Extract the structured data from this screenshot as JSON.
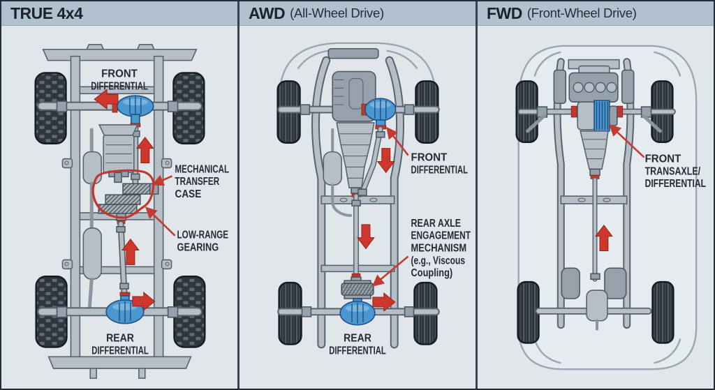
{
  "panels": [
    {
      "title_bold": "TRUE 4x4",
      "title_rest": "",
      "labels": {
        "front_diff": [
          "FRONT",
          "DIFFERENTIAL"
        ],
        "transfer_case": [
          "MECHANICAL",
          "TRANSFER",
          "CASE"
        ],
        "low_range": [
          "LOW-RANGE",
          "GEARING"
        ],
        "rear_diff": [
          "REAR",
          "DIFFERENTIAL"
        ]
      }
    },
    {
      "title_bold": "AWD",
      "title_rest": "(All-Wheel Drive)",
      "labels": {
        "front_diff": [
          "FRONT",
          "DIFFERENTIAL"
        ],
        "engagement": [
          "REAR AXLE",
          "ENGAGEMENT",
          "MECHANISM",
          "(e.g., Viscous",
          "Coupling)"
        ],
        "rear_diff": [
          "REAR",
          "DIFFERENTIAL"
        ]
      }
    },
    {
      "title_bold": "FWD",
      "title_rest": "(Front-Wheel Drive)",
      "labels": {
        "front_transaxle": [
          "FRONT",
          "TRANSAXLE/",
          "DIFFERENTIAL"
        ]
      }
    }
  ],
  "colors": {
    "header_bg": "#b1c1cf",
    "panel_bg": "#e0e6ea",
    "divider": "#39434e",
    "component_blue": "#4b98d0",
    "highlight_red": "#c5352b",
    "label_text": "#262b33"
  }
}
